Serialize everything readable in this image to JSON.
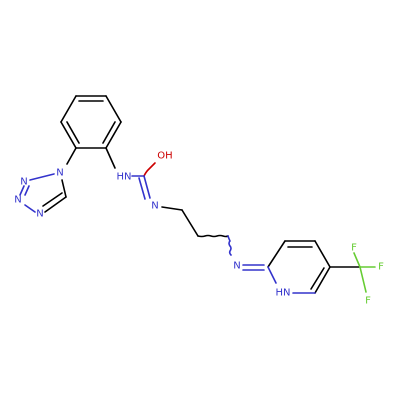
{
  "colors": {
    "carbon_bond": "#000000",
    "nitrogen": "#3333cc",
    "oxygen": "#cc0000",
    "fluorine": "#66cc33",
    "background": "#ffffff"
  },
  "atoms": {
    "tetrazole_n1": "N",
    "tetrazole_n2": "N",
    "tetrazole_n3": "N",
    "tetrazole_n4": "N",
    "urea_nh": "HN",
    "urea_oh": "OH",
    "urea_n": "N",
    "imine_n": "N",
    "pyridine_nh": "HN",
    "f1": "F",
    "f2": "F",
    "f3": "F"
  }
}
